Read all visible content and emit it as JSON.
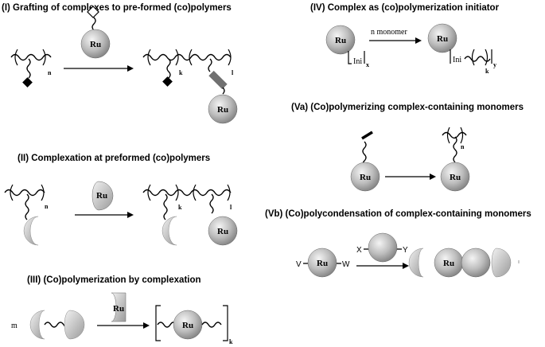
{
  "panels": {
    "p1": {
      "title": "(I) Grafting of complexes to pre-formed (co)polymers"
    },
    "p2": {
      "title": "(II) Complexation at preformed (co)polymers"
    },
    "p3": {
      "title": "(III) (Co)polymerization by complexation"
    },
    "p4": {
      "title": "(IV) Complex as (co)polymerization initiator",
      "arrow_label": "n monomer"
    },
    "p5": {
      "title": "(Va) (Co)polymerizing complex-containing monomers"
    },
    "p6": {
      "title": "(Vb) (Co)polycondensation of complex-containing monomers"
    }
  },
  "labels": {
    "ru": "Ru",
    "n": "n",
    "k": "k",
    "l": "l",
    "m": "m",
    "x": "x",
    "y": "y",
    "ini": "Ini",
    "X": "X",
    "Y": "Y",
    "V": "V",
    "W": "W"
  },
  "colors": {
    "sphere_light": "#f4f4f4",
    "sphere_dark": "#808080",
    "linker": "#707070"
  }
}
